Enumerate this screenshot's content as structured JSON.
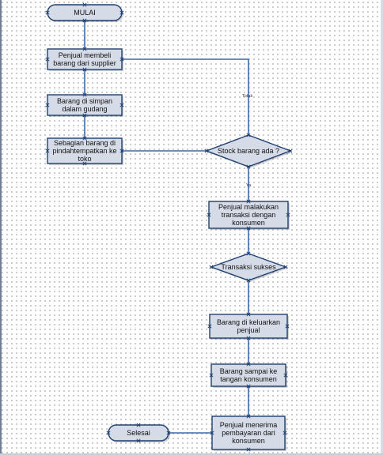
{
  "diagram": {
    "nodes": {
      "start": {
        "shape": "terminator",
        "lines": [
          "MULAI"
        ]
      },
      "buy": {
        "shape": "process",
        "lines": [
          "Penjual membeli",
          "barang dari supplier"
        ]
      },
      "store": {
        "shape": "process",
        "lines": [
          "Barang di simpan",
          "dalam gudang"
        ]
      },
      "move": {
        "shape": "process",
        "lines": [
          "Sebagian barang di",
          "pindahtempatkan ke",
          "toko"
        ]
      },
      "stock": {
        "shape": "decision",
        "lines": [
          "Stock barang ada ?"
        ]
      },
      "transact": {
        "shape": "process",
        "lines": [
          "Penjual malakukan",
          "transaksi dengan",
          "konsumen"
        ]
      },
      "success": {
        "shape": "decision",
        "lines": [
          "Transaksi sukses"
        ]
      },
      "release": {
        "shape": "process",
        "lines": [
          "Barang di keluarkan",
          "penjual"
        ]
      },
      "deliver": {
        "shape": "process",
        "lines": [
          "Barang sampai ke",
          "tangan konsumen"
        ]
      },
      "payment": {
        "shape": "process",
        "lines": [
          "Penjual menerima",
          "pembayaran dari",
          "konsumen"
        ]
      },
      "end": {
        "shape": "terminator",
        "lines": [
          "Selesai"
        ]
      }
    },
    "edges": [
      {
        "from": "start",
        "to": "buy",
        "label": ""
      },
      {
        "from": "buy",
        "to": "store",
        "label": ""
      },
      {
        "from": "store",
        "to": "move",
        "label": ""
      },
      {
        "from": "move",
        "to": "stock",
        "label": ""
      },
      {
        "from": "stock",
        "to": "buy",
        "label": "Tidak"
      },
      {
        "from": "stock",
        "to": "transact",
        "label": "Ya"
      },
      {
        "from": "transact",
        "to": "success",
        "label": ""
      },
      {
        "from": "success",
        "to": "release",
        "label": ""
      },
      {
        "from": "release",
        "to": "deliver",
        "label": ""
      },
      {
        "from": "deliver",
        "to": "payment",
        "label": ""
      },
      {
        "from": "payment",
        "to": "end",
        "label": ""
      }
    ],
    "colors": {
      "shape_fill": "#d5dce7",
      "shape_stroke": "#1f3e70",
      "connector": "#3b6aa8",
      "grid": "#9aa0a6"
    }
  }
}
